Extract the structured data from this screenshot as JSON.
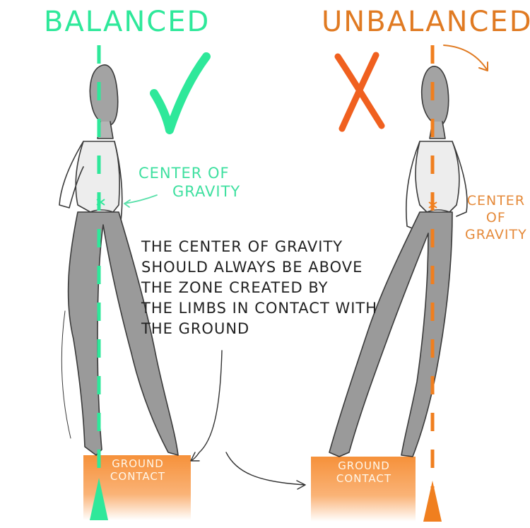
{
  "titles": {
    "balanced": "BALANCED",
    "unbalanced": "UNBALANCED!"
  },
  "labels": {
    "center_of_gravity_left": [
      "CENTER OF",
      "GRAVITY"
    ],
    "center_of_gravity_right": [
      "CENTER",
      "OF",
      "GRAVITY"
    ],
    "ground_contact": [
      "GROUND",
      "CONTACT"
    ]
  },
  "explanation": [
    "THE CENTER OF GRAVITY",
    "SHOULD ALWAYS BE ABOVE",
    "THE ZONE CREATED BY",
    "THE LIMBS IN CONTACT WITH",
    "THE GROUND"
  ],
  "colors": {
    "balanced": "#2ee89a",
    "unbalanced": "#f07f1f",
    "figure_fill": "#9a9a9a",
    "figure_line": "#3a3a3a",
    "ground_gradient_top": "#f6913a",
    "ground_gradient_bottom": "#ffffff"
  },
  "marks": {
    "balanced_symbol": "check-mark",
    "unbalanced_symbol": "x-mark"
  }
}
